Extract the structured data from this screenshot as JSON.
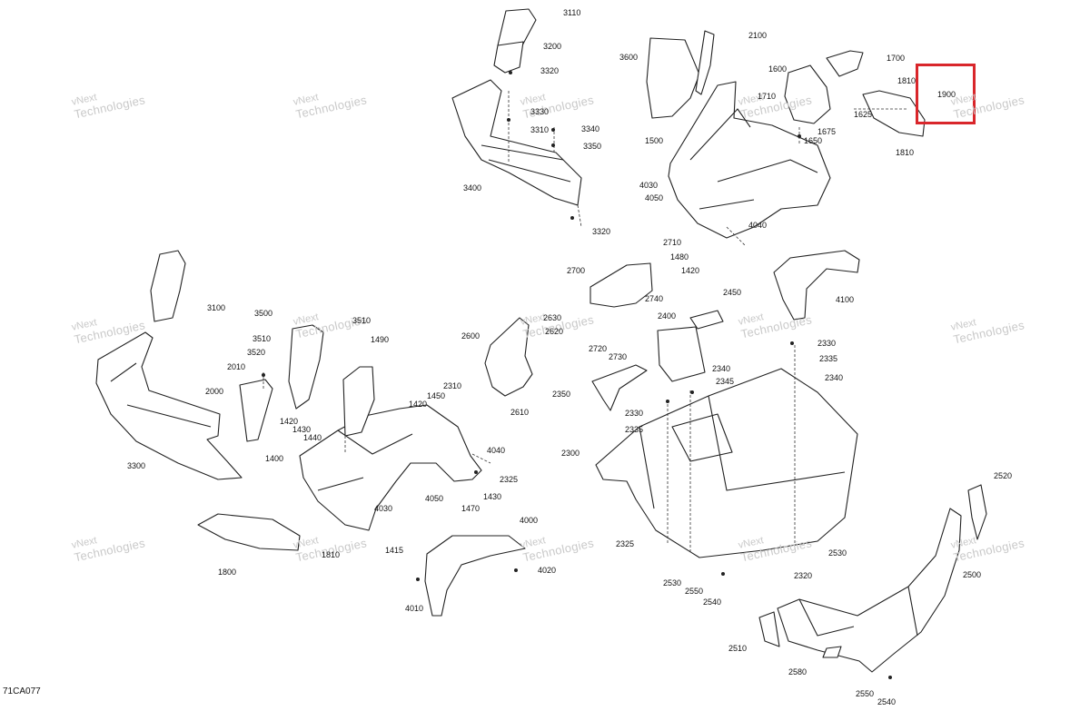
{
  "diagram": {
    "code": "71CA077",
    "highlight_color": "#d9262b",
    "watermark": {
      "line1": "vNext",
      "line2": "Technologies"
    },
    "callouts": [
      "3110",
      "3200",
      "3320",
      "3330",
      "3310",
      "3340",
      "3350",
      "3400",
      "3320",
      "3600",
      "2100",
      "1600",
      "1700",
      "1710",
      "1900",
      "1625",
      "1810",
      "1810",
      "1675",
      "1650",
      "1500",
      "4030",
      "4050",
      "4040",
      "2710",
      "1480",
      "1420",
      "2700",
      "2740",
      "2450",
      "4100",
      "3100",
      "3500",
      "3510",
      "3510",
      "1490",
      "3520",
      "2010",
      "2000",
      "1420",
      "1430",
      "1440",
      "1450",
      "2310",
      "1420",
      "2600",
      "2630",
      "2620",
      "2720",
      "2730",
      "2400",
      "2330",
      "2335",
      "2340",
      "2340",
      "2345",
      "2350",
      "2330",
      "2335",
      "3300",
      "1400",
      "4040",
      "2325",
      "4030",
      "4050",
      "1430",
      "1470",
      "2610",
      "2300",
      "2520",
      "1800",
      "1810",
      "1415",
      "4000",
      "4020",
      "4010",
      "2325",
      "2530",
      "2320",
      "2530",
      "2550",
      "2540",
      "2500",
      "2510",
      "2580",
      "2550",
      "2540"
    ]
  }
}
